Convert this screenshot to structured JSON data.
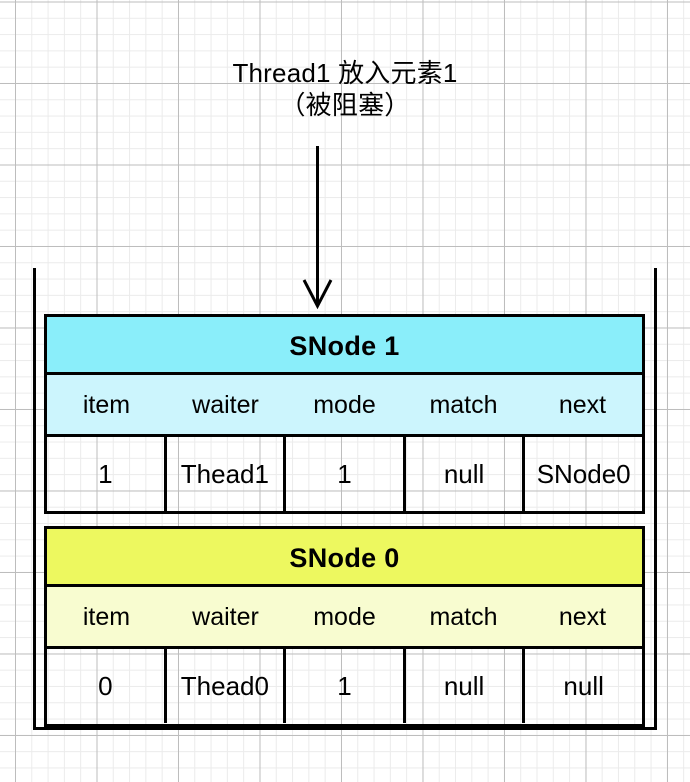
{
  "diagram": {
    "caption_lines": [
      "Thread1 放入元素1",
      "（被阻塞）"
    ],
    "arrow": {
      "name": "down-arrow",
      "direction": "down"
    },
    "container": {
      "name": "transfer-stack-container"
    },
    "nodes": [
      {
        "id": "snode-1",
        "title": "SNode 1",
        "theme": "cyan",
        "header_color": "#8AEEFA",
        "fields_color": "#CCF5FD",
        "fields": [
          "item",
          "waiter",
          "mode",
          "match",
          "next"
        ],
        "values": [
          "1",
          "Thead1",
          "1",
          "null",
          "SNode0"
        ]
      },
      {
        "id": "snode-0",
        "title": "SNode 0",
        "theme": "yellow",
        "header_color": "#EDF85F",
        "fields_color": "#F8FCD0",
        "fields": [
          "item",
          "waiter",
          "mode",
          "match",
          "next"
        ],
        "values": [
          "0",
          "Thead0",
          "1",
          "null",
          "null"
        ]
      }
    ]
  }
}
